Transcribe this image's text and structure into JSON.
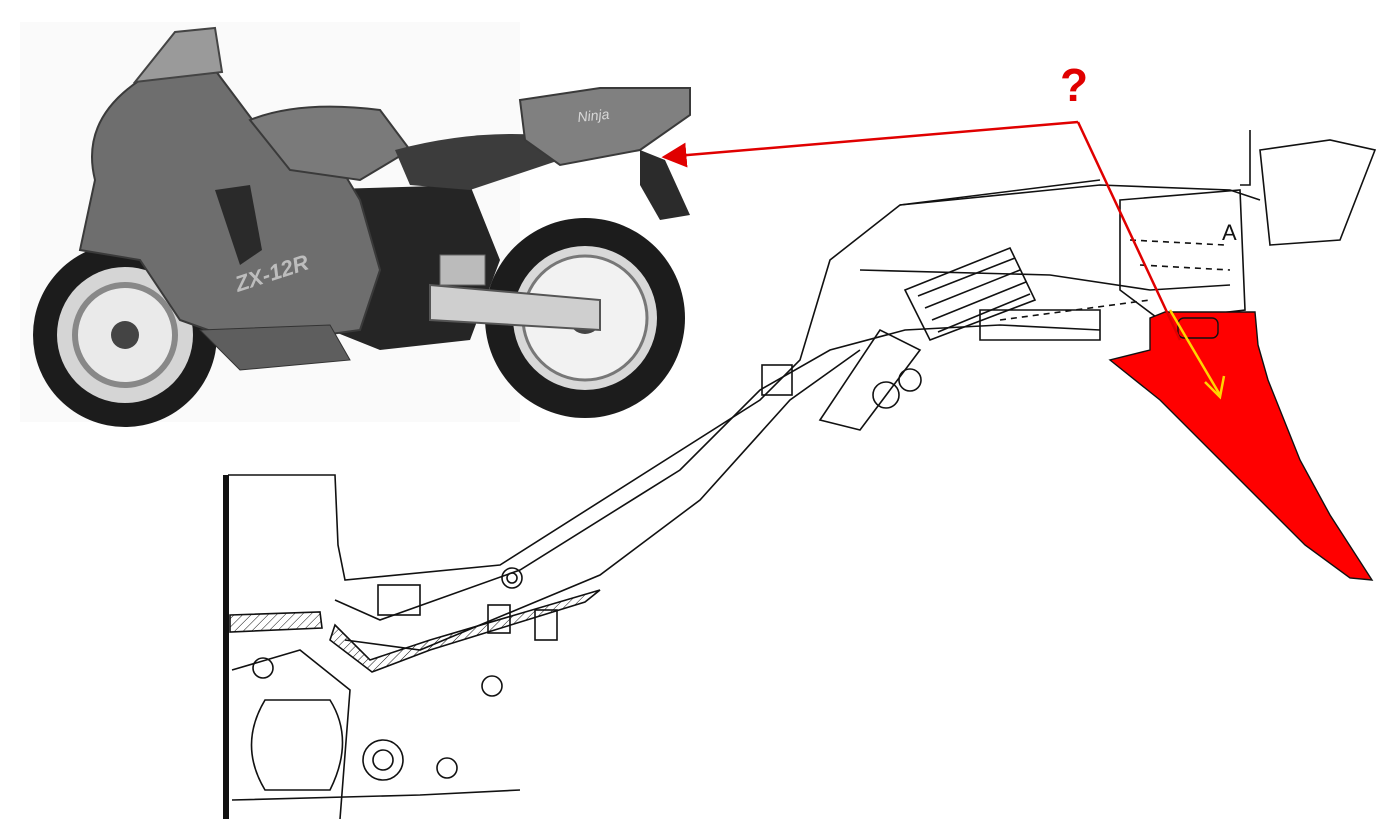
{
  "annotation": {
    "question_mark": "?",
    "detail_label": "A"
  },
  "photo": {
    "fairing_text": "ZX-12R",
    "tail_text": "Ninja"
  },
  "colors": {
    "highlight_part": "#ff0000",
    "pointer_arrow": "#e00000",
    "direction_arrow": "#ffd400",
    "line_art": "#111111",
    "photo_body": "#6e6e6e"
  },
  "icons": {
    "question": "question-mark",
    "pointer": "arrow-left",
    "direction": "arrow-down-right"
  }
}
